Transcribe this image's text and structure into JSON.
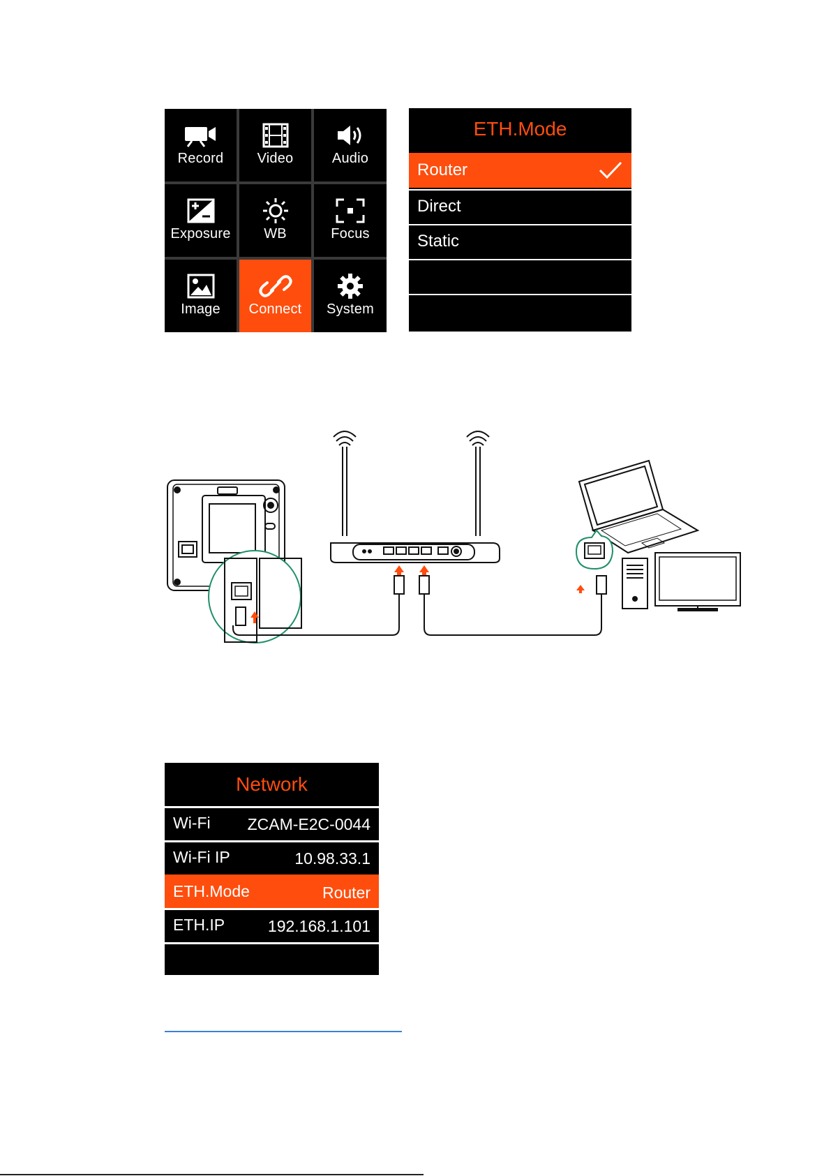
{
  "main_menu": {
    "tiles": [
      {
        "label": "Record",
        "icon": "video-camera-icon"
      },
      {
        "label": "Video",
        "icon": "film-icon"
      },
      {
        "label": "Audio",
        "icon": "speaker-icon"
      },
      {
        "label": "Exposure",
        "icon": "exposure-icon"
      },
      {
        "label": "WB",
        "icon": "sun-icon"
      },
      {
        "label": "Focus",
        "icon": "focus-icon"
      },
      {
        "label": "Image",
        "icon": "image-icon"
      },
      {
        "label": "Connect",
        "icon": "link-icon",
        "active": true
      },
      {
        "label": "System",
        "icon": "gear-icon"
      }
    ]
  },
  "eth_mode": {
    "title": "ETH.Mode",
    "options": [
      {
        "label": "Router",
        "selected": true
      },
      {
        "label": "Direct"
      },
      {
        "label": "Static"
      },
      {
        "label": ""
      },
      {
        "label": ""
      }
    ]
  },
  "network": {
    "title": "Network",
    "rows": [
      {
        "label": "Wi-Fi",
        "value": "ZCAM-E2C-0044"
      },
      {
        "label": "Wi-Fi IP",
        "value": "10.98.33.1"
      },
      {
        "label": "ETH.Mode",
        "value": "Router",
        "selected": true
      },
      {
        "label": "ETH.IP",
        "value": "192.168.1.101"
      },
      {
        "label": "",
        "value": ""
      }
    ]
  },
  "colors": {
    "accent": "#ff4d0d",
    "panel_bg": "#000000",
    "text": "#ffffff",
    "link": "#3b7fd6"
  },
  "diagram": {
    "devices": [
      "camera",
      "router",
      "laptop",
      "desktop-pc"
    ],
    "arrow_color": "#ff4d0d",
    "highlight_color": "#1f8f6a"
  }
}
